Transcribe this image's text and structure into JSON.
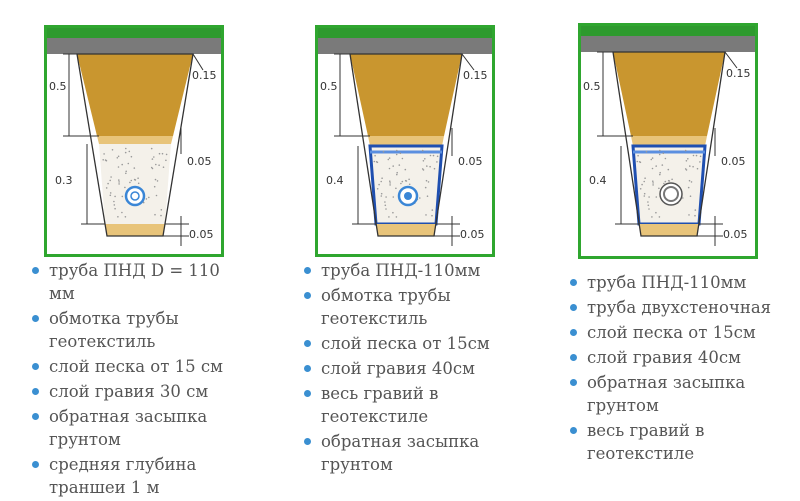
{
  "diagrams": [
    {
      "top_height": "0.5",
      "top_side": "0.15",
      "sand_mid": "0.05",
      "gravel_height": "0.3",
      "sand_bottom": "0.05",
      "pipe_type": "single",
      "wrap": false,
      "notes": [
        "труба ПНД D = 110 мм",
        "обмотка трубы геотекстиль",
        "слой песка от 15 см",
        "слой гравия 30 см",
        "обратная засыпка грунтом",
        "средняя глубина траншеи 1 м"
      ]
    },
    {
      "top_height": "0.5",
      "top_side": "0.15",
      "sand_mid": "0.05",
      "gravel_height": "0.4",
      "sand_bottom": "0.05",
      "pipe_type": "single",
      "wrap": true,
      "notes": [
        "труба ПНД-110мм",
        "обмотка трубы геотекстиль",
        "слой песка от 15см",
        "слой гравия 40см",
        "весь гравий в геотекстиле",
        "обратная засыпка грунтом"
      ]
    },
    {
      "top_height": "0.5",
      "top_side": "0.15",
      "sand_mid": "0.05",
      "gravel_height": "0.4",
      "sand_bottom": "0.05",
      "pipe_type": "double",
      "wrap": true,
      "notes": [
        "труба ПНД-110мм",
        "труба двухстеночная",
        "слой песка от 15см",
        "слой гравия 40см",
        "обратная засыпка грунтом",
        "весь гравий в геотекстиле"
      ]
    }
  ],
  "colors": {
    "frame": "#2fa62f",
    "grass": "#2e9a2e",
    "road": "#7a7a7a",
    "soil": "#c9962f",
    "sand": "#e8c47a",
    "gravel": "#f4f1ea",
    "geotextile": "#1f4fb0",
    "pipe": "#3a86d6",
    "bullet": "#3a8fd1"
  }
}
